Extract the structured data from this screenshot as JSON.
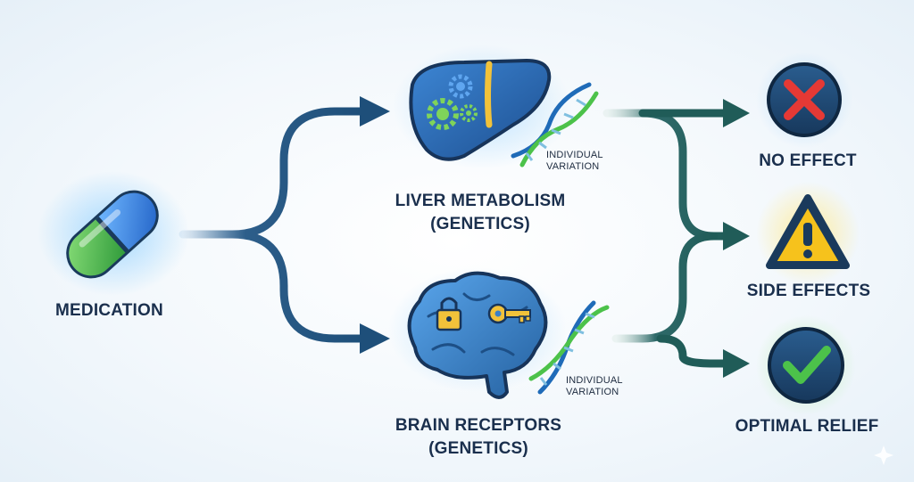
{
  "nodes": {
    "medication": "MEDICATION",
    "liver": {
      "line1": "LIVER METABOLISM",
      "line2": "(GENETICS)"
    },
    "brain": {
      "line1": "BRAIN RECEPTORS",
      "line2": "(GENETICS)"
    }
  },
  "variation": {
    "top": {
      "line1": "INDIVIDUAL",
      "line2": "VARIATION"
    },
    "bottom": {
      "line1": "INDIVIDUAL",
      "line2": "VARIATION"
    }
  },
  "outcomes": {
    "no_effect": "NO EFFECT",
    "side_effects": "SIDE EFFECTS",
    "optimal_relief": "OPTIMAL RELIEF"
  },
  "icons": {
    "medication": "capsule-icon",
    "liver": "liver-gears-icon",
    "brain": "brain-lock-key-icon",
    "dna": "dna-helix-icon",
    "no_effect": "red-x-icon",
    "side_effects": "warning-triangle-icon",
    "optimal_relief": "green-check-icon"
  },
  "colors": {
    "navy": "#1a3a5c",
    "blue": "#2f7fd6",
    "green": "#4cc24a",
    "red": "#e53935",
    "yellow": "#f6c21c",
    "text": "#1a2f4d"
  }
}
